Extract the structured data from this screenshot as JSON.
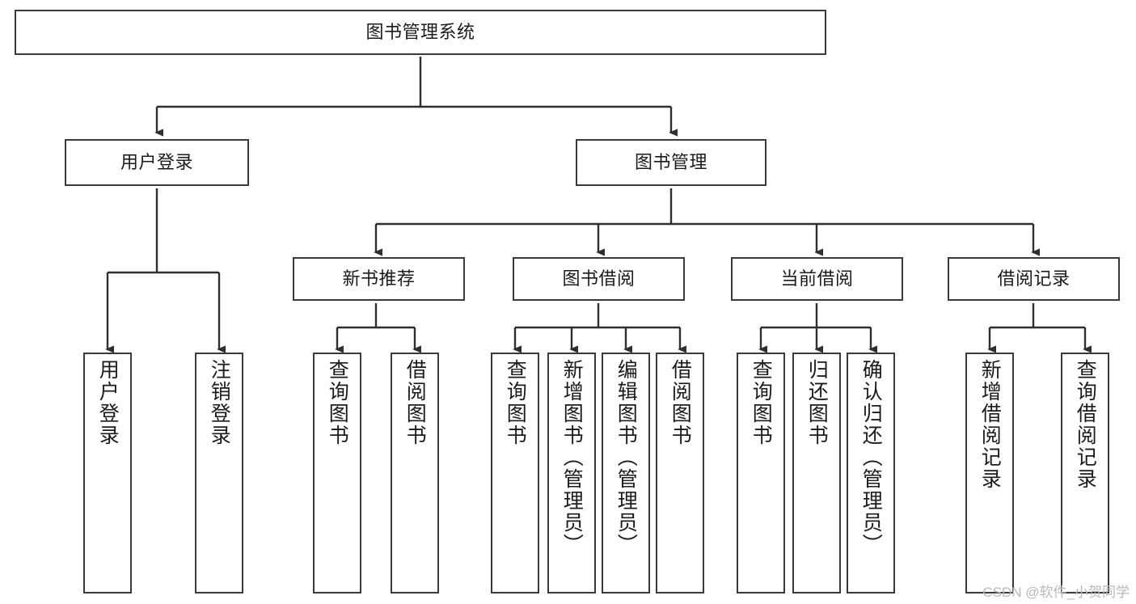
{
  "diagram": {
    "title": "图书管理系统",
    "type": "tree-hierarchy-chart",
    "stroke_color": "#3a3a3a",
    "background_color": "#ffffff",
    "root": {
      "label": "图书管理系统"
    },
    "level2": [
      {
        "label": "用户登录"
      },
      {
        "label": "图书管理"
      }
    ],
    "level3": [
      {
        "label": "新书推荐"
      },
      {
        "label": "图书借阅"
      },
      {
        "label": "当前借阅"
      },
      {
        "label": "借阅记录"
      }
    ],
    "leaves": {
      "user_login": [
        {
          "label": "用户登录"
        },
        {
          "label": "注销登录"
        }
      ],
      "new_book_recommend": [
        {
          "label": "查询图书"
        },
        {
          "label": "借阅图书"
        }
      ],
      "book_borrow": [
        {
          "label": "查询图书"
        },
        {
          "label": "新增图书（管理员）"
        },
        {
          "label": "编辑图书（管理员）"
        },
        {
          "label": "借阅图书"
        }
      ],
      "current_borrow": [
        {
          "label": "查询图书"
        },
        {
          "label": "归还图书"
        },
        {
          "label": "确认归还（管理员）"
        }
      ],
      "borrow_record": [
        {
          "label": "新增借阅记录"
        },
        {
          "label": "查询借阅记录"
        }
      ]
    }
  },
  "watermark": {
    "text": "CSDN @软件_小贺同学",
    "color": "#b9b9b9"
  }
}
